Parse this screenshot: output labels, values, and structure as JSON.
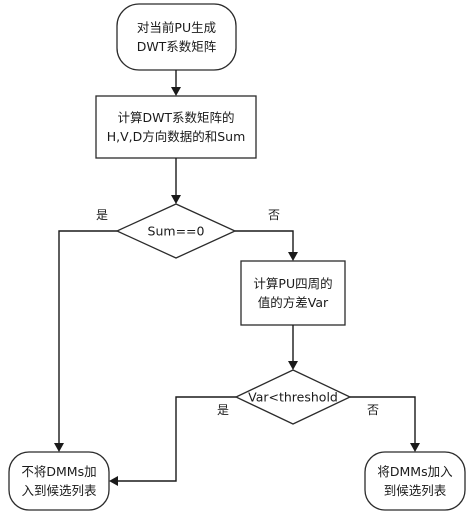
{
  "nodes": {
    "start": {
      "lines": [
        "对当前PU生成",
        "DWT系数矩阵"
      ]
    },
    "compute_sum": {
      "lines": [
        "计算DWT系数矩阵的",
        "H,V,D方向数据的和Sum"
      ]
    },
    "decision_sum": {
      "lines": [
        "Sum==0"
      ]
    },
    "compute_var": {
      "lines": [
        "计算PU四周的",
        "值的方差Var"
      ]
    },
    "decision_var": {
      "lines": [
        "Var<threshold"
      ]
    },
    "end_not_add": {
      "lines": [
        "不将DMMs加",
        "入到候选列表"
      ]
    },
    "end_add": {
      "lines": [
        "将DMMs加入",
        "到候选列表"
      ]
    }
  },
  "edge_labels": {
    "sum_yes": "是",
    "sum_no": "否",
    "var_yes": "是",
    "var_no": "否"
  }
}
